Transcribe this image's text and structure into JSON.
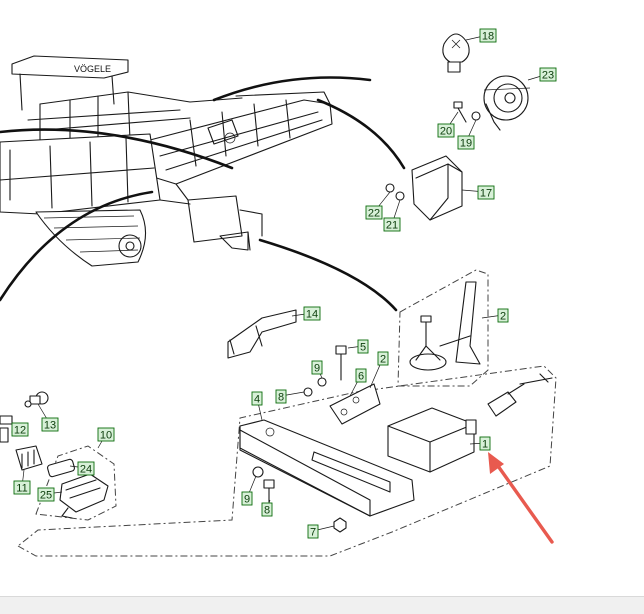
{
  "brand_text": "VÖGELE",
  "callouts": [
    "18",
    "23",
    "20",
    "19",
    "17",
    "22",
    "21",
    "14",
    "2",
    "5",
    "9",
    "2",
    "6",
    "8",
    "4",
    "13",
    "12",
    "10",
    "24",
    "11",
    "25",
    "1",
    "9",
    "8",
    "7"
  ],
  "colors": {
    "label_bg": "#d8f0d8",
    "label_border": "#0a6a0a",
    "arrow": "#e85a4f",
    "line": "#1a1a1a"
  }
}
